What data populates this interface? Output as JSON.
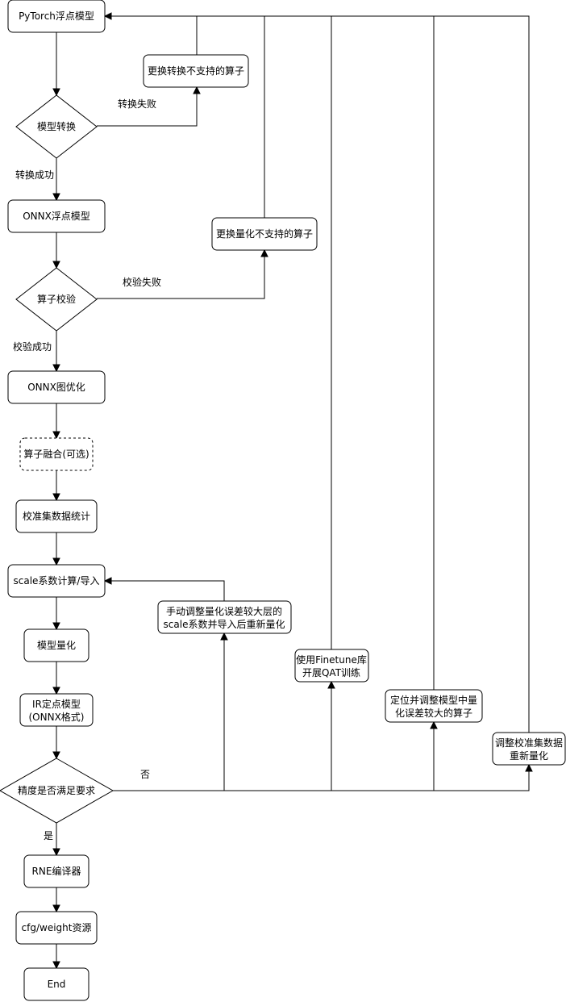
{
  "nodes": {
    "pytorch_model": "PyTorch浮点模型",
    "replace_conversion_ops": "更换转换不支持的算子",
    "model_conversion": "模型转换",
    "onnx_float_model": "ONNX浮点模型",
    "replace_quant_ops": "更换量化不支持的算子",
    "op_check": "算子校验",
    "onnx_graph_opt": "ONNX图优化",
    "op_fusion": "算子融合(可选)",
    "calib_stats": "校准集数据统计",
    "scale_compute": "scale系数计算/导入",
    "manual_scale_line1": "手动调整量化误差较大层的",
    "manual_scale_line2": "scale系数并导入后重新量化",
    "model_quant": "模型量化",
    "ir_model_line1": "IR定点模型",
    "ir_model_line2": "(ONNX格式)",
    "finetune_line1": "使用Finetune库",
    "finetune_line2": "开展QAT训练",
    "locate_ops_line1": "定位并调整模型中量",
    "locate_ops_line2": "化误差较大的算子",
    "adjust_calib_line1": "调整校准集数据",
    "adjust_calib_line2": "重新量化",
    "accuracy_check": "精度是否满足要求",
    "rne_compiler": "RNE编译器",
    "cfg_weight": "cfg/weight资源",
    "end": "End"
  },
  "edge_labels": {
    "conversion_failed": "转换失败",
    "conversion_success": "转换成功",
    "check_failed": "校验失败",
    "check_success": "校验成功",
    "no": "否",
    "yes": "是"
  }
}
